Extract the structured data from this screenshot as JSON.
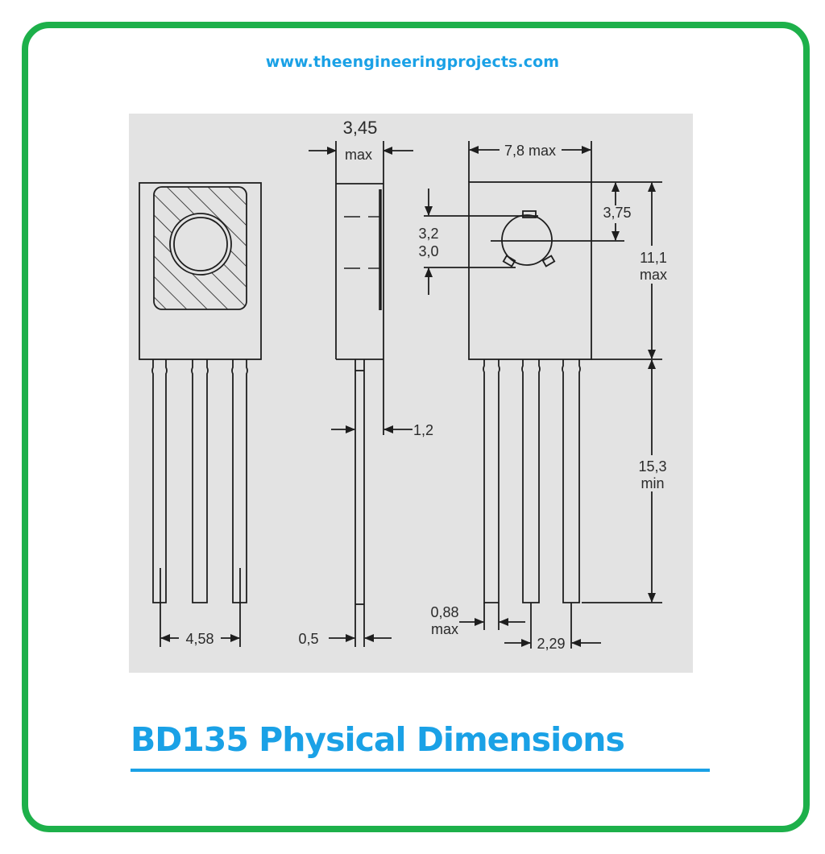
{
  "header": {
    "site_url": "www.theengineeringprojects.com"
  },
  "caption": {
    "title": "BD135 Physical Dimensions"
  },
  "colors": {
    "frame_border": "#1db04a",
    "accent_text": "#1aa1e6",
    "drawing_background": "#e3e3e3",
    "line_color": "#1e1e1e"
  },
  "drawing": {
    "views": [
      "front-view",
      "side-view",
      "back-view"
    ],
    "dimensions": {
      "side_thickness_value": "3,45",
      "side_thickness_unit": "max",
      "width_label": "7,8 max",
      "hole_offset": "3,75",
      "hole_dia_max": "3,2",
      "hole_dia_min": "3,0",
      "body_height_value": "11,1",
      "body_height_unit": "max",
      "tab_offset": "1,2",
      "lead_length_value": "15,3",
      "lead_length_unit": "min",
      "lead_pitch_front": "4,58",
      "lead_thickness": "0,5",
      "lead_width_value": "0,88",
      "lead_width_unit": "max",
      "lead_pitch_back": "2,29"
    }
  }
}
